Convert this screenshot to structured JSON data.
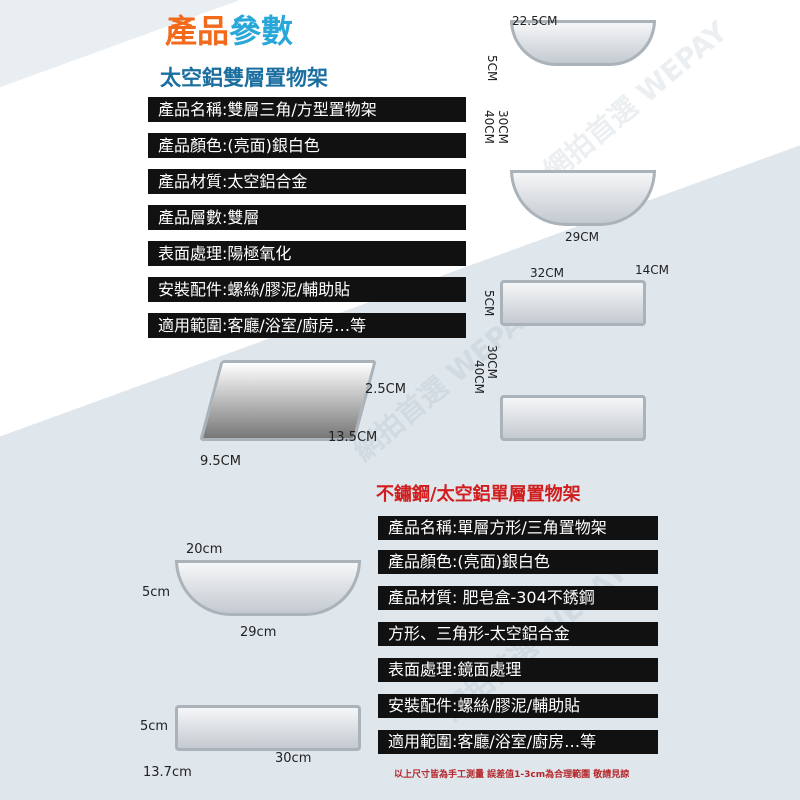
{
  "header": {
    "title_part1": "產品",
    "title_part2": "參數",
    "subtitle": "太空鋁雙層置物架"
  },
  "specs_double": [
    "產品名稱:雙層三角/方型置物架",
    "產品顏色:(亮面)銀白色",
    "產品材質:太空鋁合金",
    "產品層數:雙層",
    "表面處理:陽極氧化",
    "安裝配件:螺絲/膠泥/輔助貼",
    "適用範圍:客廳/浴室/廚房…等"
  ],
  "specs_single_title": "不鏽鋼/太空鋁單層置物架",
  "specs_single": [
    "產品名稱:單層方形/三角置物架",
    "產品顏色:(亮面)銀白色",
    "產品材質: 肥皂盒-304不銹鋼",
    "方形、三角形-太空鋁合金",
    "表面處理:鏡面處理",
    "安裝配件:螺絲/膠泥/輔助貼",
    "適用範圍:客廳/浴室/廚房…等"
  ],
  "dimensions": {
    "corner_double": {
      "top": "22.5CM",
      "layer": "5CM",
      "height_a": "40CM",
      "height_b": "30CM",
      "width": "29CM"
    },
    "square_double": {
      "width": "32CM",
      "depth": "14CM",
      "layer": "5CM",
      "height_a": "40CM",
      "height_b": "30CM"
    },
    "soap": {
      "height": "2.5CM",
      "length": "13.5CM",
      "width": "9.5CM"
    },
    "corner_single": {
      "top": "20cm",
      "height": "5cm",
      "width": "29cm"
    },
    "square_single": {
      "height": "5cm",
      "width": "30cm",
      "depth": "13.7cm"
    }
  },
  "watermark": "網拍首選 WEPAY",
  "footnote": "以上尺寸皆為手工測量 誤差值1-3cm為合理範圍 敬請見諒"
}
